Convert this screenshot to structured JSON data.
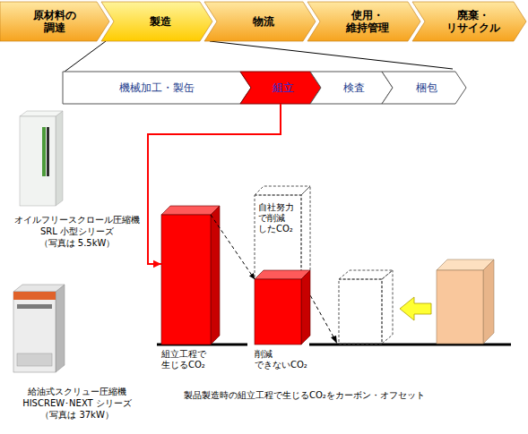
{
  "diagram": {
    "caption": "製品製造時の組立工程で生じるCO₂をカーボン・オフセット",
    "nodes": [
      {
        "text": [
          "原材料の 調達"
        ]
      },
      {
        "text": [
          "製造"
        ]
      },
      {
        "text": [
          "物流"
        ]
      },
      {
        "text": [
          "使用・ 維持管理"
        ]
      },
      {
        "text": [
          "廃棄・ リサイクル"
        ]
      },
      {
        "text": [
          "機械加工・製缶"
        ]
      },
      {
        "text": [
          "組立"
        ]
      },
      {
        "text": [
          "検査"
        ]
      },
      {
        "text": [
          "梱包"
        ]
      },
      {
        "text": [
          "組立工程で 生じるCO₂"
        ]
      },
      {
        "text": [
          "自社努力 で削減 したCO₂"
        ]
      },
      {
        "text": [
          "削減 できないCO₂"
        ]
      }
    ],
    "edges": [
      {
        "from": 6,
        "to": 9,
        "arrow": "to"
      },
      {
        "from": 9,
        "to": 11,
        "arrow": "to"
      }
    ],
    "labels": [
      "オイルフリースクロール圧縮機",
      "SRL 小型シリーズ",
      "（写真は 5.5kW）",
      "給油式スクリュー圧縮機",
      "HISCREW･NEXT シリーズ",
      "（写真は 37kW）"
    ]
  }
}
